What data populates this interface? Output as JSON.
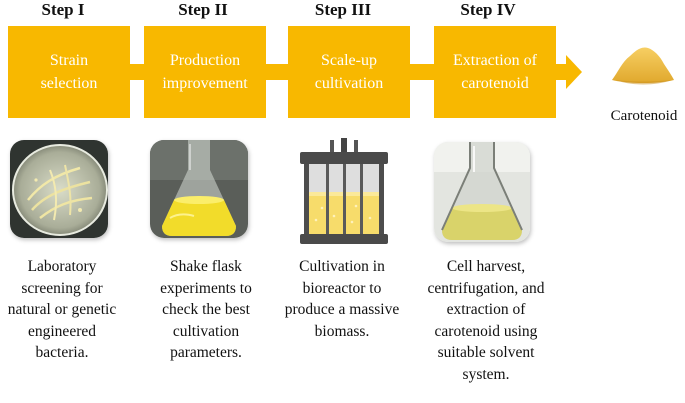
{
  "colors": {
    "box_fill": "#F8B800",
    "arrow_fill": "#F8B800",
    "box_text": "#FFFFFF",
    "powder": "#F2C04A"
  },
  "steps": [
    {
      "title": "Step I",
      "box_label": "Strain\nselection",
      "image": "petri-dish-bacteria",
      "description": "Laboratory\nscreening for\nnatural or genetic\nengineered\nbacteria."
    },
    {
      "title": "Step II",
      "box_label": "Production\nimprovement",
      "image": "shake-flask-yellow-culture",
      "description": "Shake flask\nexperiments to\ncheck the best\ncultivation\nparameters."
    },
    {
      "title": "Step III",
      "box_label": "Scale-up\ncultivation",
      "image": "bioreactor",
      "description": "Cultivation in\nbioreactor to\nproduce a massive\nbiomass."
    },
    {
      "title": "Step IV",
      "box_label": "Extraction of\ncarotenoid",
      "image": "extraction-flask",
      "description": "Cell harvest,\ncentrifugation, and\nextraction of\ncarotenoid using\nsuitable solvent\nsystem."
    }
  ],
  "product": {
    "label": "Carotenoid",
    "image": "carotenoid-powder"
  }
}
